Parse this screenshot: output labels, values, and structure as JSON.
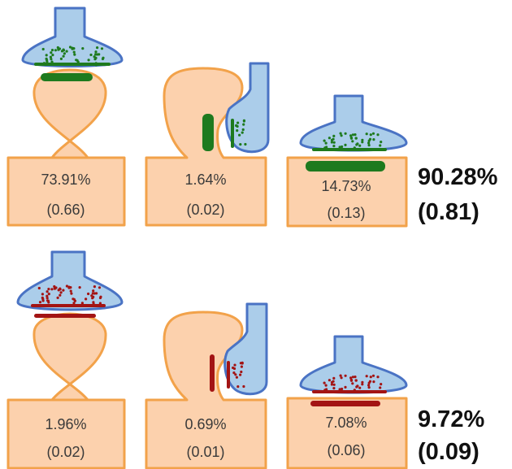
{
  "colors": {
    "dendrite_fill": "#fcd1ad",
    "dendrite_stroke": "#f2a24a",
    "axon_fill": "#abcdea",
    "axon_stroke": "#4a73c4",
    "excitatory": "#1e7a1e",
    "inhibitory": "#a31414"
  },
  "rows": [
    {
      "kind": "excitatory",
      "total_pct": "90.28%",
      "total_val": "(0.81)",
      "synapses": [
        {
          "type": "spine-head",
          "pct": "73.91%",
          "val": "(0.66)"
        },
        {
          "type": "spine-neck",
          "pct": "1.64%",
          "val": "(0.02)"
        },
        {
          "type": "shaft",
          "pct": "14.73%",
          "val": "(0.13)"
        }
      ]
    },
    {
      "kind": "inhibitory",
      "total_pct": "9.72%",
      "total_val": "(0.09)",
      "synapses": [
        {
          "type": "spine-head",
          "pct": "1.96%",
          "val": "(0.02)"
        },
        {
          "type": "spine-neck",
          "pct": "0.69%",
          "val": "(0.01)"
        },
        {
          "type": "shaft",
          "pct": "7.08%",
          "val": "(0.06)"
        }
      ]
    }
  ]
}
